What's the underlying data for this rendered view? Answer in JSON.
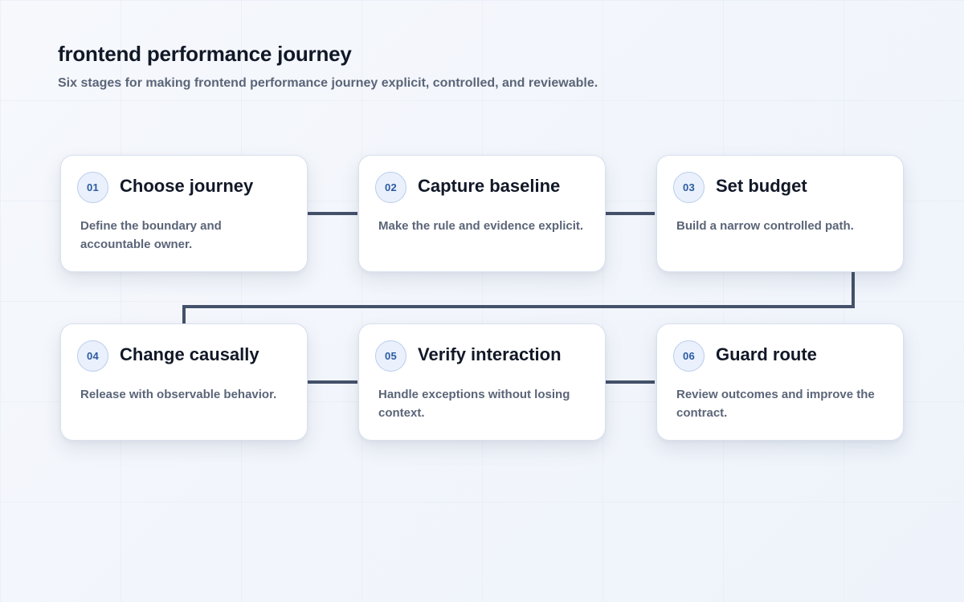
{
  "header": {
    "title": "frontend performance journey",
    "subtitle": "Six stages for making frontend performance journey explicit, controlled, and reviewable."
  },
  "colors": {
    "connector": "#44516a",
    "badge_text": "#2c5aa0",
    "badge_bg": "#eaf1fc",
    "title_text": "#111827",
    "body_text": "#5b6578"
  },
  "stages": [
    {
      "number": "01",
      "title": "Choose journey",
      "description": "Define the boundary and accountable owner."
    },
    {
      "number": "02",
      "title": "Capture baseline",
      "description": "Make the rule and evidence explicit."
    },
    {
      "number": "03",
      "title": "Set budget",
      "description": "Build a narrow controlled path."
    },
    {
      "number": "04",
      "title": "Change causally",
      "description": "Release with observable behavior."
    },
    {
      "number": "05",
      "title": "Verify interaction",
      "description": "Handle exceptions without losing context."
    },
    {
      "number": "06",
      "title": "Guard route",
      "description": "Review outcomes and improve the contract."
    }
  ]
}
